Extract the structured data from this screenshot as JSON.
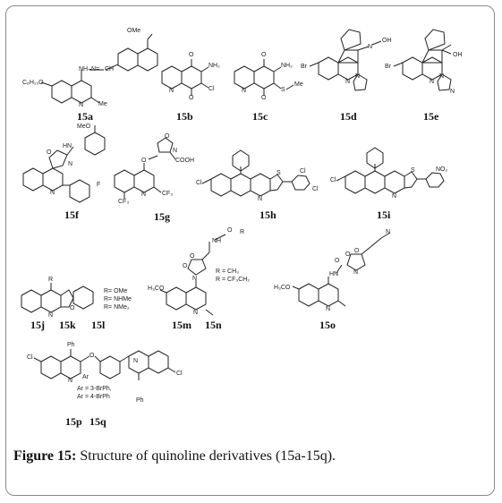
{
  "caption": {
    "label": "Figure 15:",
    "text": " Structure of quinoline derivatives (15a-15q)."
  },
  "compounds": [
    {
      "id": "15a",
      "atoms": {
        "ome": "OMe",
        "hn": "NH–N=",
        "ch": "CH",
        "c6": "C₆H₁₃O",
        "n": "N",
        "me": "Me"
      }
    },
    {
      "id": "15b",
      "atoms": {
        "o1": "O",
        "o2": "O",
        "nh2": "NH₂",
        "cl": "Cl",
        "n": "N"
      }
    },
    {
      "id": "15c",
      "atoms": {
        "o1": "O",
        "o2": "O",
        "nh2": "NH₂",
        "s": "S",
        "me": "Me",
        "n": "N"
      }
    },
    {
      "id": "15d",
      "atoms": {
        "br": "Br",
        "oh": "OH",
        "n1": "N",
        "n2": "N",
        "n3": "N"
      }
    },
    {
      "id": "15e",
      "atoms": {
        "br": "Br",
        "oh": "OH",
        "n1": "N",
        "n2": "N",
        "n3": "N"
      }
    },
    {
      "id": "15f",
      "atoms": {
        "meo": "MeO",
        "hn": "HN",
        "o": "O",
        "n1": "N",
        "n2": "N",
        "f": "F"
      }
    },
    {
      "id": "15g",
      "atoms": {
        "o": "O",
        "n_iso": "N",
        "o_iso": "O",
        "cooh": "COOH",
        "n": "N",
        "cf3a": "CF₃",
        "cf3b": "CF₃"
      }
    },
    {
      "id": "15h",
      "atoms": {
        "cl1": "Cl",
        "cl2": "Cl",
        "cl3": "Cl",
        "s": "S",
        "n": "N"
      }
    },
    {
      "id": "15i",
      "atoms": {
        "cl": "Cl",
        "s": "S",
        "no2": "NO₂",
        "n": "N"
      }
    },
    {
      "id": "15jkl",
      "atoms": {
        "r": "R",
        "n": "N",
        "o": "O"
      }
    },
    {
      "id": "15mn",
      "atoms": {
        "h3co": "H₃CO",
        "n": "N",
        "o1": "O",
        "o2": "O",
        "n2": "N",
        "nh": "NH",
        "r": "R",
        "o3": "O"
      }
    },
    {
      "id": "15o",
      "atoms": {
        "h3co": "H₃CO",
        "n": "N",
        "hn": "HN",
        "o": "O",
        "n2": "N",
        "o2": "O",
        "o3": "O",
        "n3": "N"
      }
    },
    {
      "id": "15pq",
      "atoms": {
        "cl1": "Cl",
        "ph1": "Ph",
        "o": "O",
        "n1": "N",
        "ar": "Ar",
        "n2": "N",
        "cl2": "Cl",
        "ph2": "Ph"
      }
    }
  ],
  "labels": {
    "a": "15a",
    "b": "15b",
    "c": "15c",
    "d": "15d",
    "e": "15e",
    "f": "15f",
    "g": "15g",
    "h": "15h",
    "i": "15i",
    "j": "15j",
    "k": "15k",
    "l": "15l",
    "m": "15m",
    "n": "15n",
    "o": "15o",
    "p": "15p",
    "q": "15q"
  },
  "notes": {
    "jkl": [
      "R= OMe",
      "R= NHMe",
      "R= NMe₂"
    ],
    "mn": [
      "R = CH₃",
      "R = CF₃CH₂"
    ],
    "pq": [
      "Ar = 3-BrPh,",
      "Ar = 4-BrPh"
    ]
  }
}
